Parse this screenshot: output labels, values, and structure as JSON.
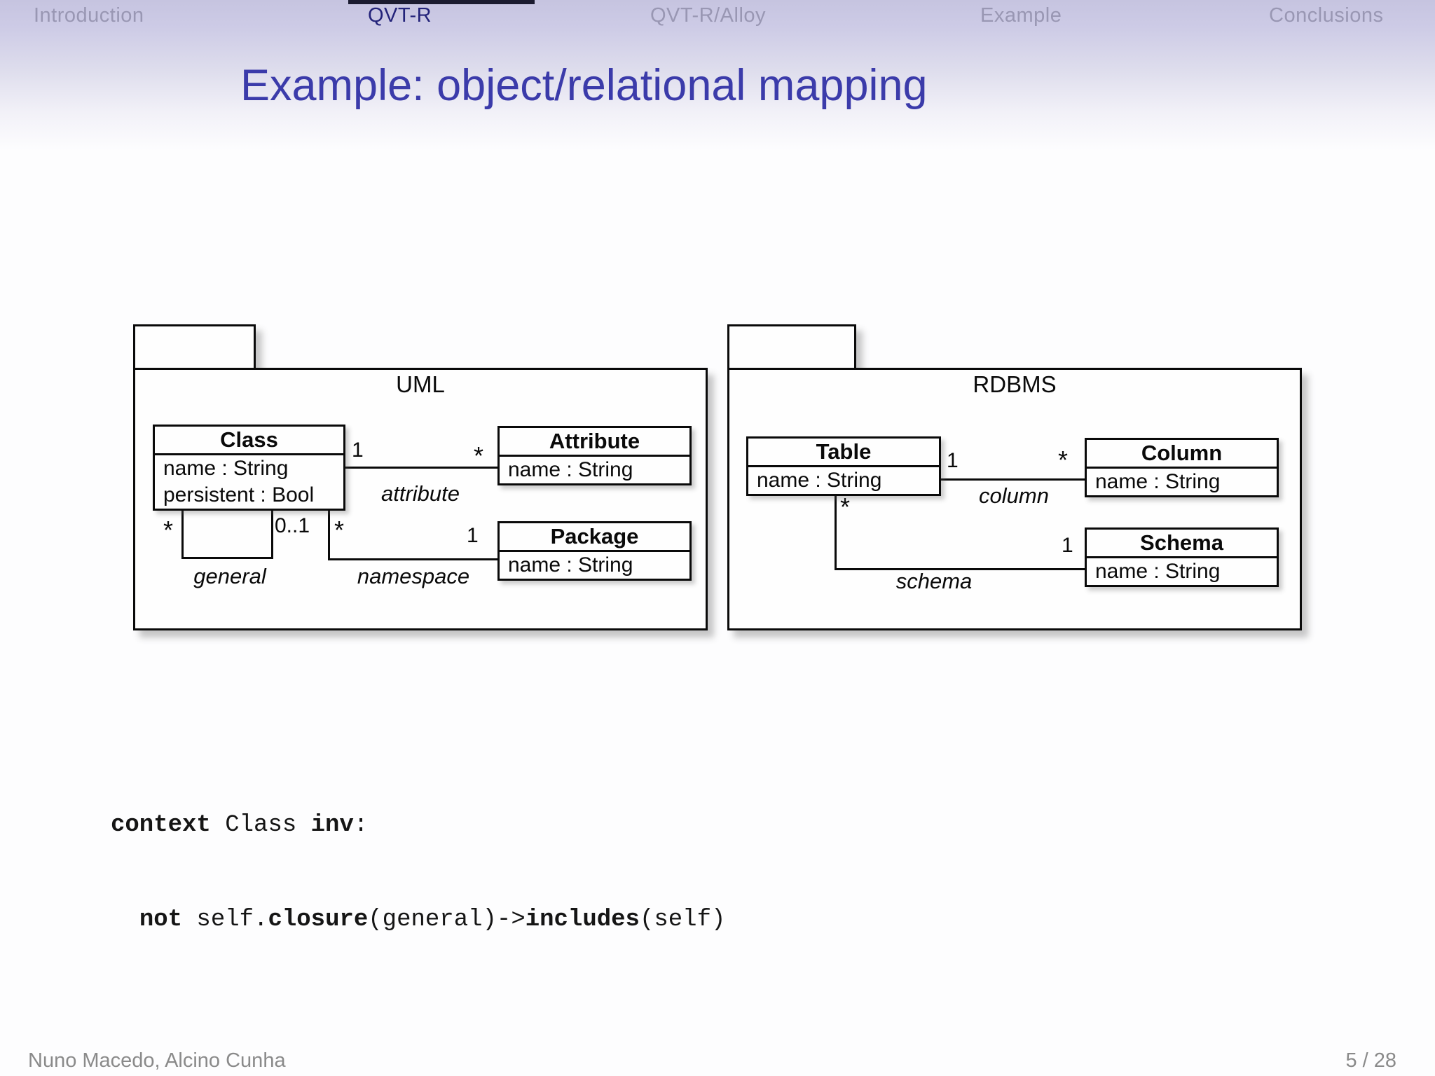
{
  "nav": {
    "items": [
      {
        "label": "Introduction",
        "active": false
      },
      {
        "label": "QVT-R",
        "active": true
      },
      {
        "label": "QVT-R/Alloy",
        "active": false
      },
      {
        "label": "Example",
        "active": false
      },
      {
        "label": "Conclusions",
        "active": false
      }
    ]
  },
  "title": "Example: object/relational mapping",
  "uml": {
    "name": "UML",
    "classes": [
      {
        "name": "Class",
        "attributes": [
          "name : String",
          "persistent : Bool"
        ]
      },
      {
        "name": "Attribute",
        "attributes": [
          "name : String"
        ]
      },
      {
        "name": "Package",
        "attributes": [
          "name : String"
        ]
      }
    ],
    "associations": [
      {
        "label": "attribute",
        "end1": "1",
        "end2": "*"
      },
      {
        "label": "general",
        "end1": "*",
        "end2": "0..1"
      },
      {
        "label": "namespace",
        "end1": "*",
        "end2": "1"
      }
    ]
  },
  "rdbms": {
    "name": "RDBMS",
    "classes": [
      {
        "name": "Table",
        "attributes": [
          "name : String"
        ]
      },
      {
        "name": "Column",
        "attributes": [
          "name : String"
        ]
      },
      {
        "name": "Schema",
        "attributes": [
          "name : String"
        ]
      }
    ],
    "associations": [
      {
        "label": "column",
        "end1": "1",
        "end2": "*"
      },
      {
        "label": "schema",
        "end1": "*",
        "end2": "1"
      }
    ]
  },
  "code": {
    "lines": [
      {
        "segments": [
          {
            "t": "context",
            "b": 1
          },
          {
            "t": " Class ",
            "b": 0
          },
          {
            "t": "inv",
            "b": 1
          },
          {
            "t": ":",
            "b": 0
          }
        ]
      },
      {
        "segments": [
          {
            "t": "  ",
            "b": 0
          },
          {
            "t": "not",
            "b": 1
          },
          {
            "t": " self.",
            "b": 0
          },
          {
            "t": "closure",
            "b": 1
          },
          {
            "t": "(general)->",
            "b": 0
          },
          {
            "t": "includes",
            "b": 1
          },
          {
            "t": "(self)",
            "b": 0
          }
        ]
      }
    ]
  },
  "footer": {
    "authors": "Nuno Macedo, Alcino Cunha",
    "page": "5 / 28"
  },
  "colors": {
    "nav_active": "#23237a",
    "nav_inactive": "#9997b3",
    "title": "#3b3baa",
    "diagram_line": "#0a0a0a",
    "footer_text": "#8a8a8a"
  }
}
